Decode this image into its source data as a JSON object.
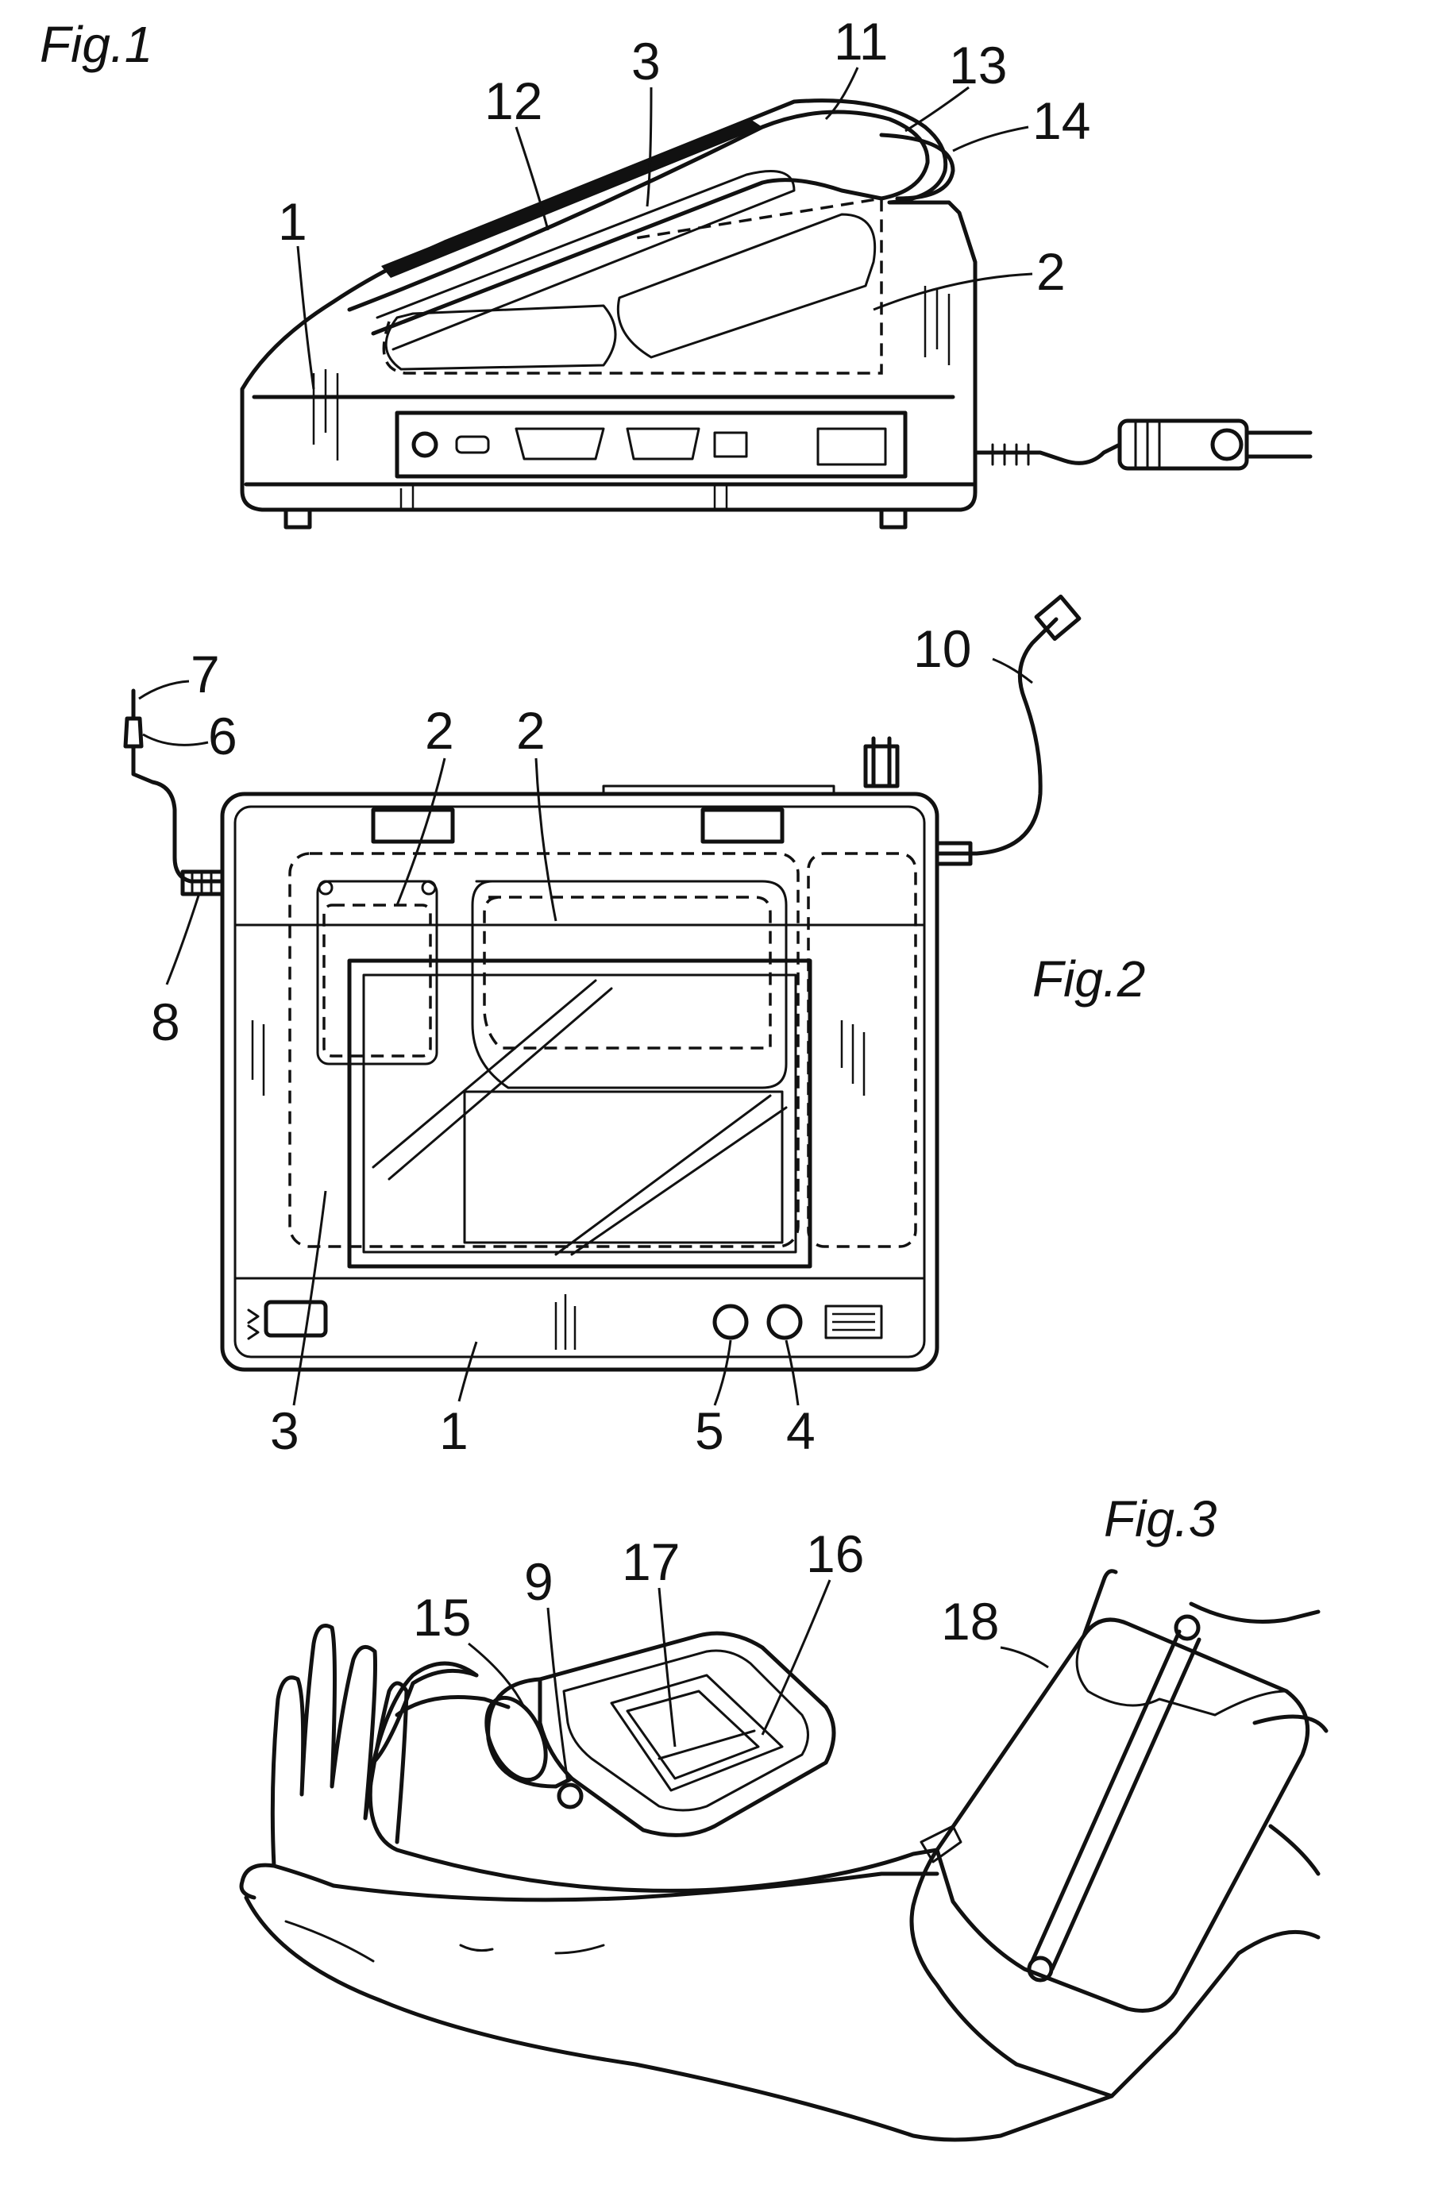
{
  "figures": [
    {
      "id": "fig1",
      "title": "Fig.1"
    },
    {
      "id": "fig2",
      "title": "Fig.2"
    },
    {
      "id": "fig3",
      "title": "Fig.3"
    }
  ],
  "fig1_labels": [
    "1",
    "12",
    "3",
    "11",
    "13",
    "14",
    "2"
  ],
  "fig2_labels": [
    "7",
    "6",
    "8",
    "2",
    "2",
    "10",
    "3",
    "1",
    "5",
    "4"
  ],
  "fig3_labels": [
    "15",
    "9",
    "17",
    "16",
    "18"
  ],
  "colors": {
    "ink": "#111111",
    "paper": "#ffffff"
  }
}
